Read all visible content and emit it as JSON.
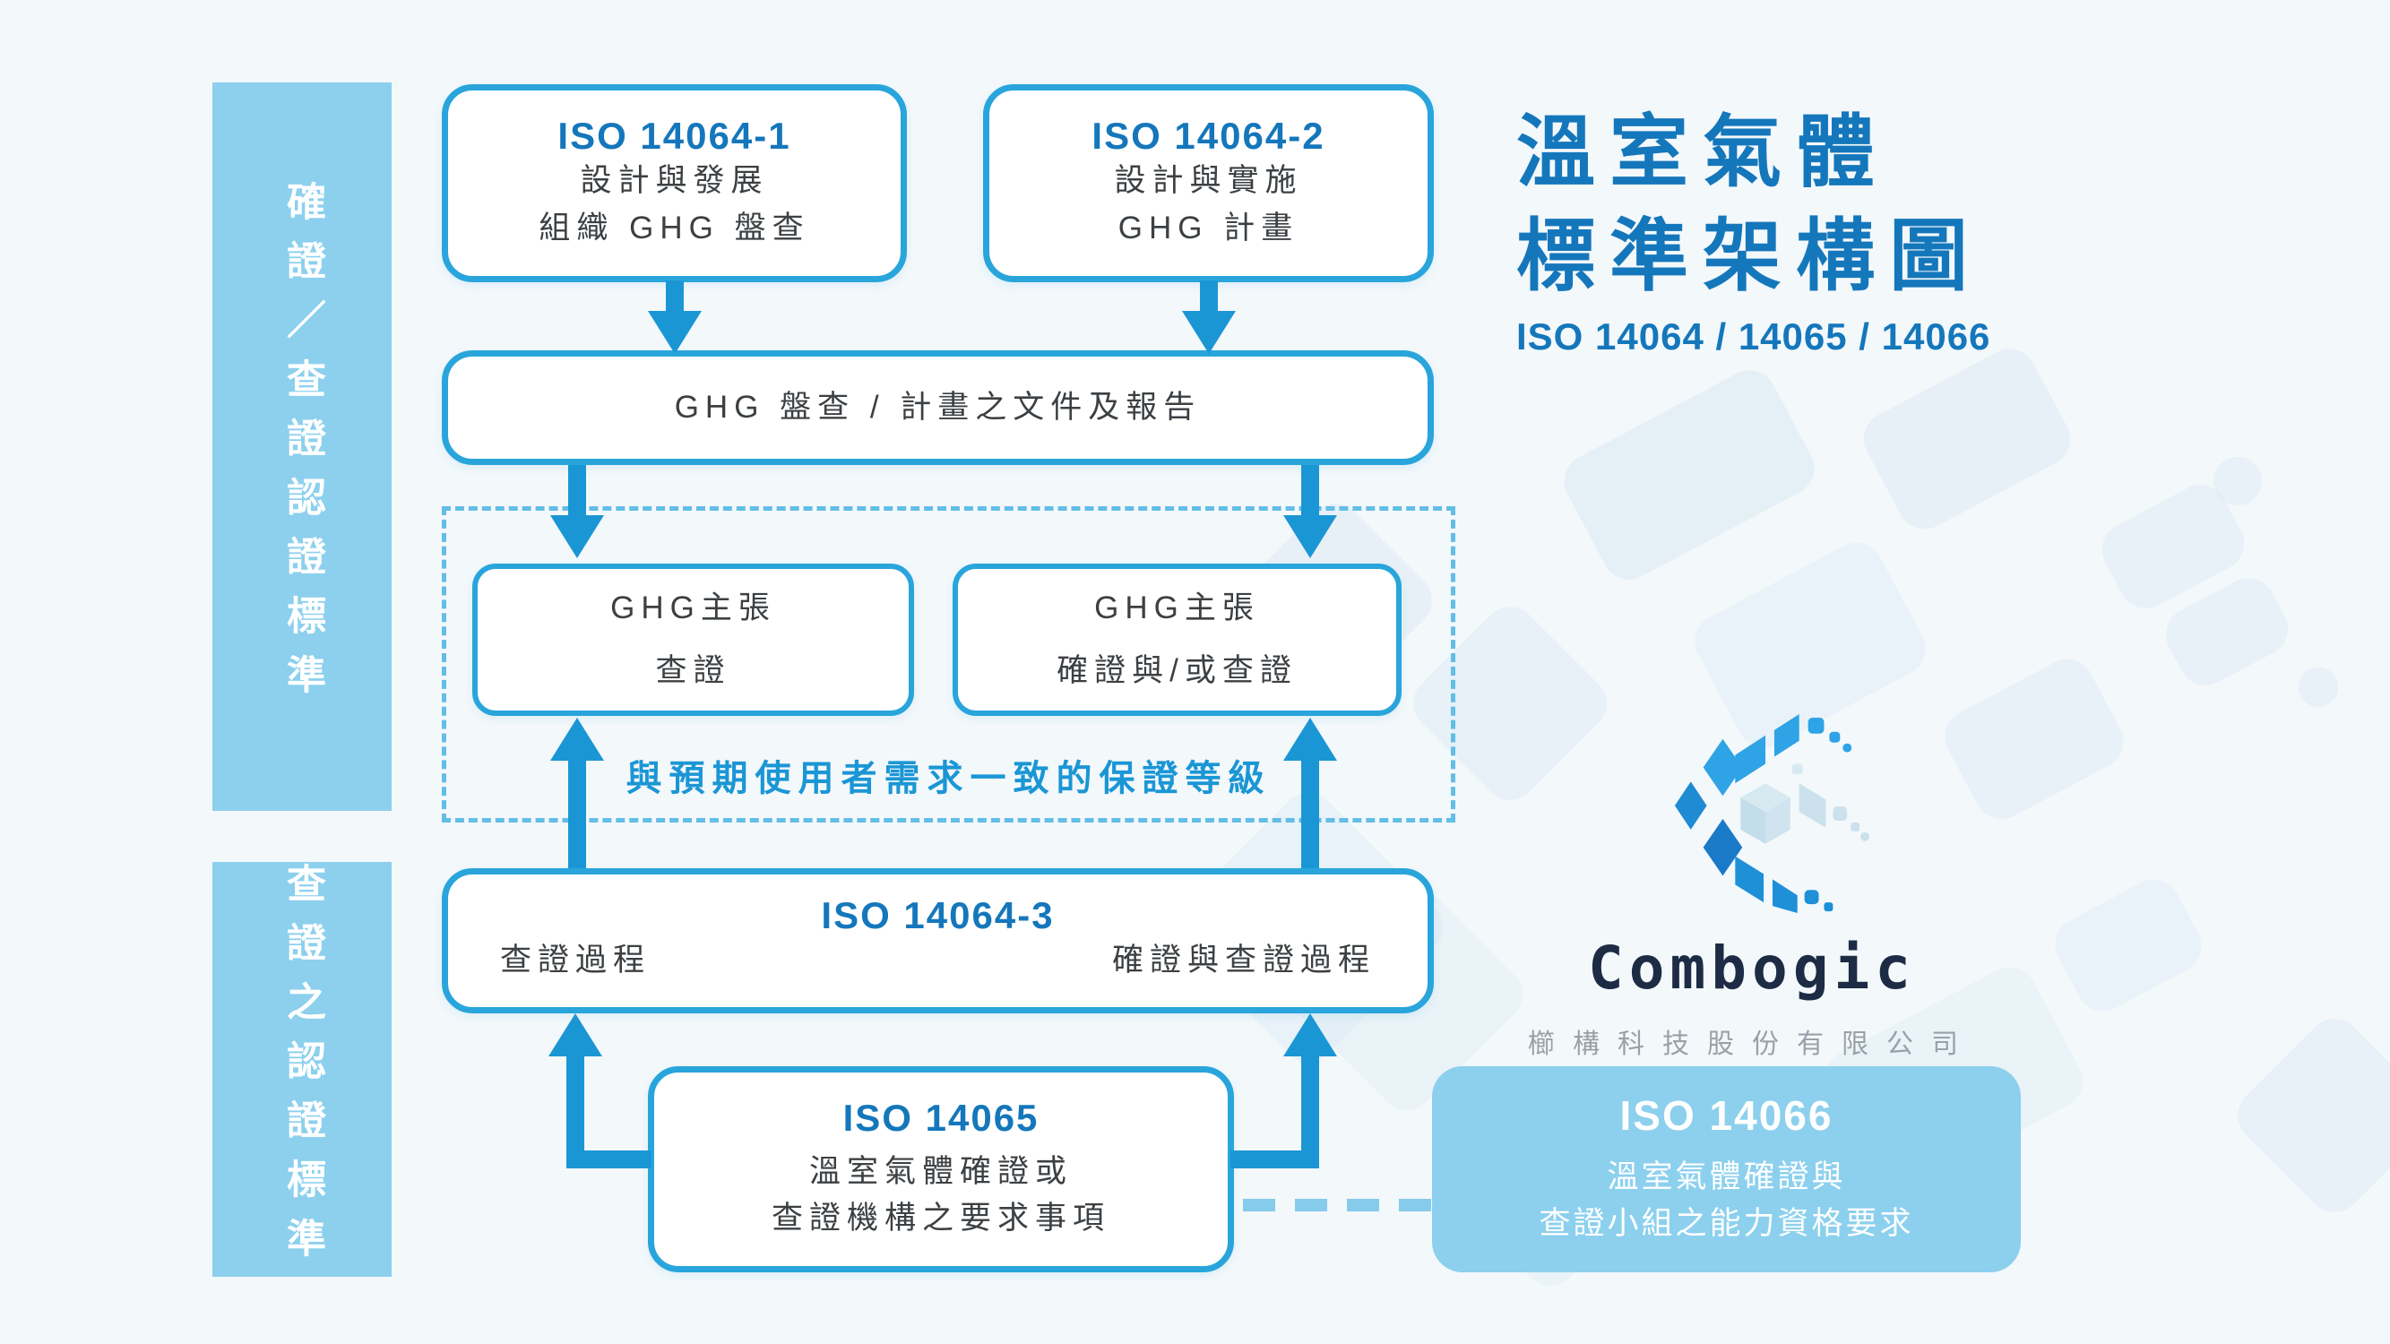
{
  "header": {
    "title_line1": "溫室氣體",
    "title_line2": "標準架構圖",
    "subtitle": "ISO 14064 / 14065 / 14066"
  },
  "sidebar": {
    "top_label": "確證／查證認證標準",
    "bottom_label": "查證之認證標準"
  },
  "boxes": {
    "iso14064_1": {
      "title": "ISO 14064-1",
      "line1": "設計與發展",
      "line2": "組織 GHG 盤查"
    },
    "iso14064_2": {
      "title": "ISO 14064-2",
      "line1": "設計與實施",
      "line2": "GHG 計畫"
    },
    "report": {
      "label": "GHG 盤查 / 計畫之文件及報告"
    },
    "claim_left": {
      "line1": "GHG主張",
      "line2": "查證"
    },
    "claim_right": {
      "line1": "GHG主張",
      "line2": "確證與/或查證"
    },
    "assurance_note": "與預期使用者需求一致的保證等級",
    "iso14064_3": {
      "title": "ISO 14064-3",
      "left_label": "查證過程",
      "right_label": "確證與查證過程"
    },
    "iso14065": {
      "title": "ISO 14065",
      "line1": "溫室氣體確證或",
      "line2": "查證機構之要求事項"
    },
    "iso14066": {
      "title": "ISO 14066",
      "line1": "溫室氣體確證與",
      "line2": "查證小組之能力資格要求"
    }
  },
  "logo": {
    "name": "Combogic",
    "company": "櫛構科技股份有限公司"
  },
  "colors": {
    "accent_blue": "#1577BB",
    "line_blue": "#1B96D5",
    "border_blue": "#29A5DC",
    "panel_blue": "#8CD0EE",
    "dash_blue": "#62BEE6",
    "text_dark": "#3C4043",
    "logo_navy": "#1D2B45",
    "company_gray": "#99A1A8",
    "background": "#F3F8FB",
    "watermark": "#DCEAF3"
  }
}
